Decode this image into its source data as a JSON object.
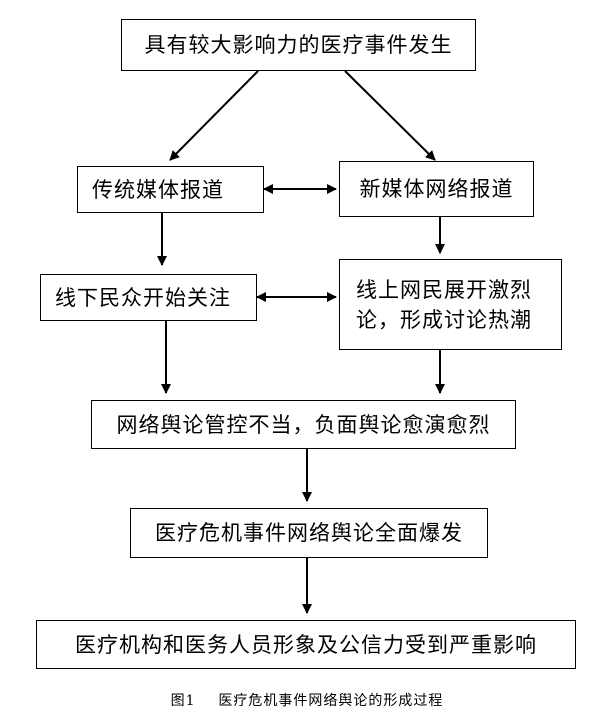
{
  "nodes": {
    "top": "具有较大影响力的医疗事件发生",
    "traditional_media": "传统媒体报道",
    "new_media": "新媒体网络报道",
    "offline_public": "线下民众开始关注",
    "online_netizens": [
      "线上网民展开激烈",
      "论，形成讨论热潮"
    ],
    "control_failure": "网络舆论管控不当，负面舆论愈演愈烈",
    "outbreak": "医疗危机事件网络舆论全面爆发",
    "impact": "医疗机构和医务人员形象及公信力受到严重影响"
  },
  "caption": {
    "figure_no": "图1",
    "title": "医疗危机事件网络舆论的形成过程"
  }
}
